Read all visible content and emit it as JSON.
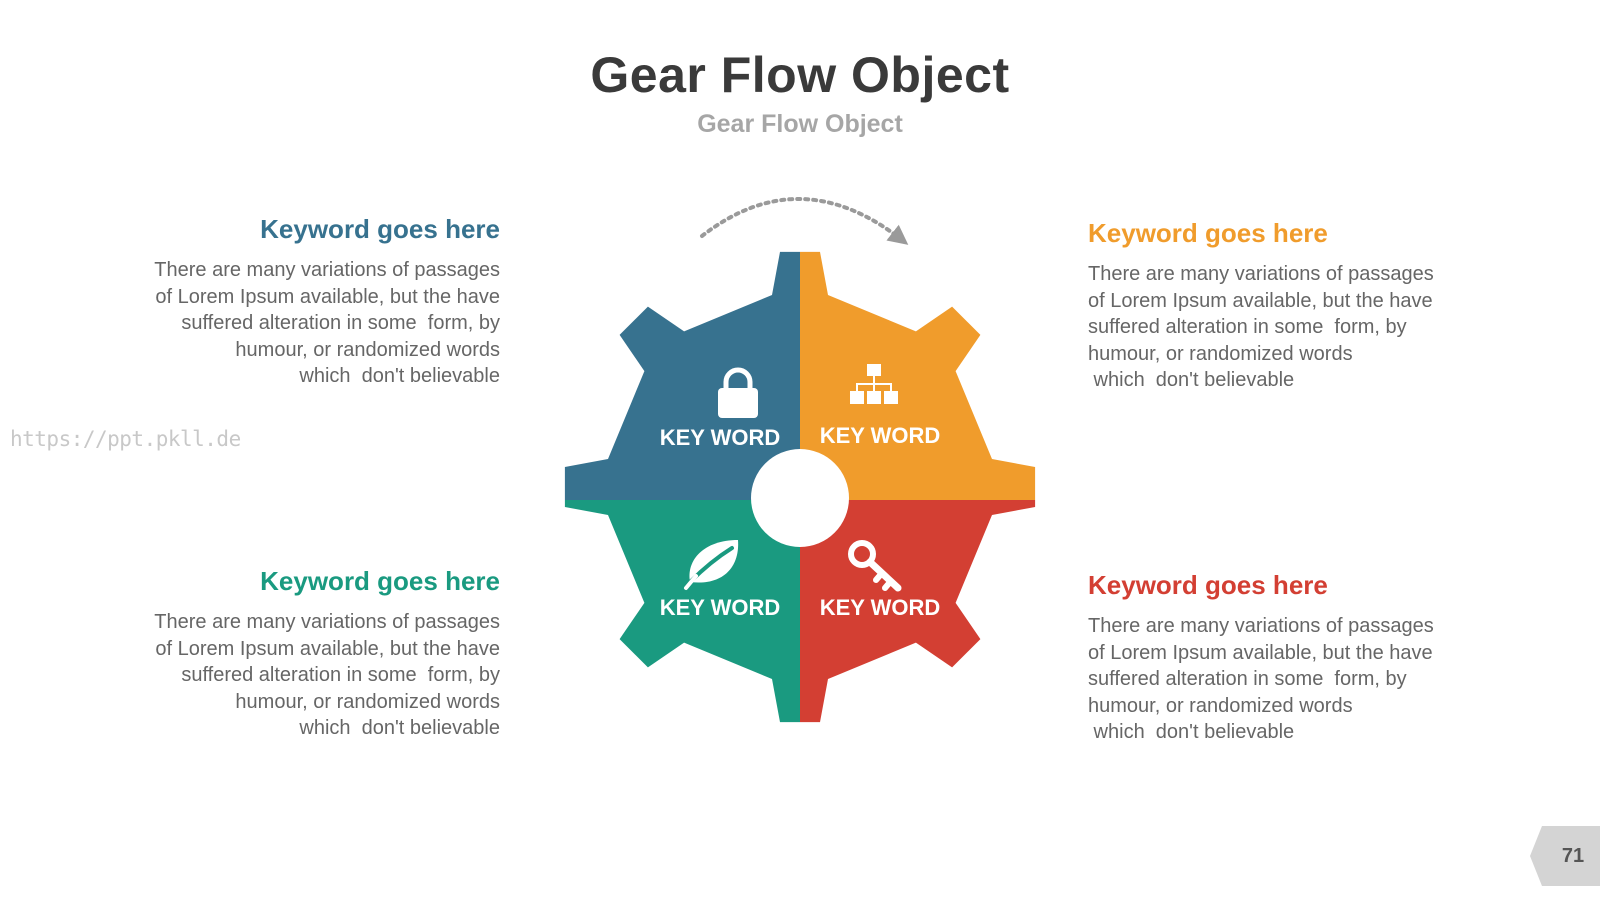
{
  "title": "Gear Flow Object",
  "subtitle": "Gear Flow Object",
  "watermark": "https://ppt.pkll.de",
  "page_number": "71",
  "colors": {
    "blue": "#37728f",
    "orange": "#f09c2c",
    "teal": "#1a9a80",
    "red": "#d33f33"
  },
  "quadrants": [
    {
      "label": "KEY WORD",
      "icon": "lock-icon",
      "color": "#37728f"
    },
    {
      "label": "KEY WORD",
      "icon": "hierarchy-icon",
      "color": "#f09c2c"
    },
    {
      "label": "KEY WORD",
      "icon": "leaf-icon",
      "color": "#1a9a80"
    },
    {
      "label": "KEY WORD",
      "icon": "key-icon",
      "color": "#d33f33"
    }
  ],
  "blocks": {
    "top_left": {
      "heading": "Keyword goes here",
      "color": "#37728f",
      "body": "There are many variations of passages\nof Lorem Ipsum available, but the have\nsuffered alteration in some  form, by\nhumour, or randomized words\nwhich  don't believable"
    },
    "top_right": {
      "heading": "Keyword goes here",
      "color": "#f09c2c",
      "body": "There are many variations of passages\nof Lorem Ipsum available, but the have\nsuffered alteration in some  form, by\nhumour, or randomized words\n which  don't believable"
    },
    "bottom_left": {
      "heading": "Keyword goes here",
      "color": "#1a9a80",
      "body": "There are many variations of passages\nof Lorem Ipsum available, but the have\nsuffered alteration in some  form, by\nhumour, or randomized words\nwhich  don't believable"
    },
    "bottom_right": {
      "heading": "Keyword goes here",
      "color": "#d33f33",
      "body": "There are many variations of passages\nof Lorem Ipsum available, but the have\nsuffered alteration in some  form, by\nhumour, or randomized words\n which  don't believable"
    }
  }
}
